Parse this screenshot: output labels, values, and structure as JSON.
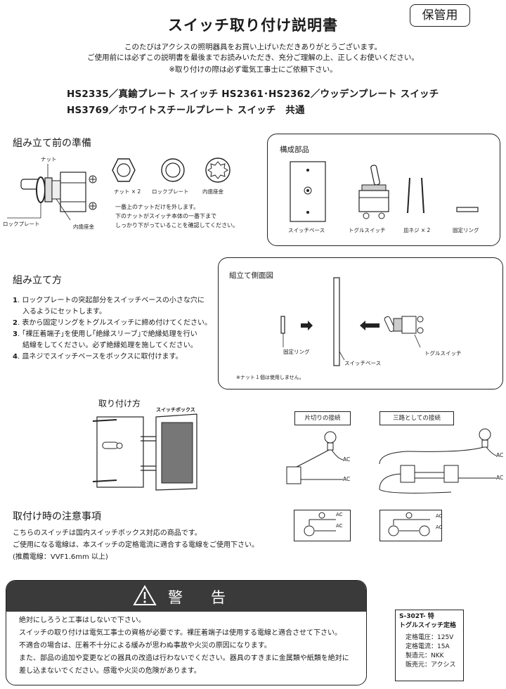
{
  "header": {
    "title": "スイッチ取り付け説明書",
    "keep_badge": "保管用"
  },
  "intro": [
    "このたびはアクシスの照明器具をお買い上げいただきありがとうございます。",
    "ご使用前には必ずこの説明書を最後までお読みいただき、充分ご理解の上、正しくお使いください。",
    "※取り付けの際は必ず電気工事士にご依頼下さい。"
  ],
  "models": [
    "HS2335／真鍮プレート スイッチ  HS2361･HS2362／ウッデンプレート スイッチ",
    "HS3769／ホワイトスチールプレート スイッチ　共通"
  ],
  "prep": {
    "heading": "組み立て前の準備",
    "label_nut": "ナット",
    "label_lockplate": "ロックプレート",
    "label_washer": "内歯座金",
    "part_nut": "ナット × 2",
    "part_lock": "ロックプレート",
    "part_washer": "内歯座金",
    "note": [
      "一番上のナットだけを外します。",
      "下のナットがスイッチ本体の一番下まで",
      "しっかり下がっていることを確認してください。"
    ]
  },
  "components": {
    "heading": "構成部品",
    "base": "スイッチベース",
    "toggle": "トグルスイッチ",
    "screws": "皿ネジ × 2",
    "ring": "固定リング"
  },
  "assembly": {
    "heading": "組み立て方",
    "steps": [
      {
        "n": "1",
        "lines": [
          "ロックプレートの突起部分をスイッチベースの小さな穴に",
          "入るようにセットします。"
        ]
      },
      {
        "n": "2",
        "lines": [
          "表から固定リングをトグルスイッチに締め付けてください。"
        ]
      },
      {
        "n": "3",
        "lines": [
          "｢裸圧着端子｣を使用し｢絶縁スリーブ｣で絶縁処理を行い",
          "結線をしてください。必ず絶縁処理を施してください。"
        ]
      },
      {
        "n": "4",
        "lines": [
          "皿ネジでスイッチベースをボックスに取付けます。"
        ]
      }
    ]
  },
  "side_view": {
    "heading": "組立て側面図",
    "ring": "固定リング",
    "base": "スイッチベース",
    "toggle": "トグルスイッチ",
    "note": "※ナット１個は使用しません。"
  },
  "mounting": {
    "heading": "取り付け方",
    "box_label": "スイッチボックス"
  },
  "wiring": {
    "single": "片切りの接続",
    "three_way": "三路としての接続",
    "ac": "AC"
  },
  "caution": {
    "heading": "取付け時の注意事項",
    "lines": [
      "こちらのスイッチは国内スイッチボックス対応の商品です。",
      "ご使用になる電線は、本スイッチの定格電流に適合する電線をご使用下さい。",
      "(推薦電線：VVF1.6mm 以上)"
    ]
  },
  "warning": {
    "title": "警告",
    "lines": [
      "絶対にしろうと工事はしないで下さい。",
      "スイッチの取り付けは電気工事士の資格が必要です。裸圧着端子は使用する電線と適合させて下さい。",
      "不適合の場合は、圧着不十分による緩みが思わぬ事故や火災の原因になります。",
      "また、部品の追加や変更などの器具の改造は行わないでください。器具のすきまに金属類や紙類を絶対に",
      "差し込まないでください。感電や火災の危険があります。"
    ]
  },
  "spec": {
    "model": "S-302T- 特",
    "name": "トグルスイッチ定格",
    "rows": [
      "定格電圧：125V",
      "定格電流：15A",
      "製造元：NKK",
      "販売元：アクシス"
    ]
  }
}
